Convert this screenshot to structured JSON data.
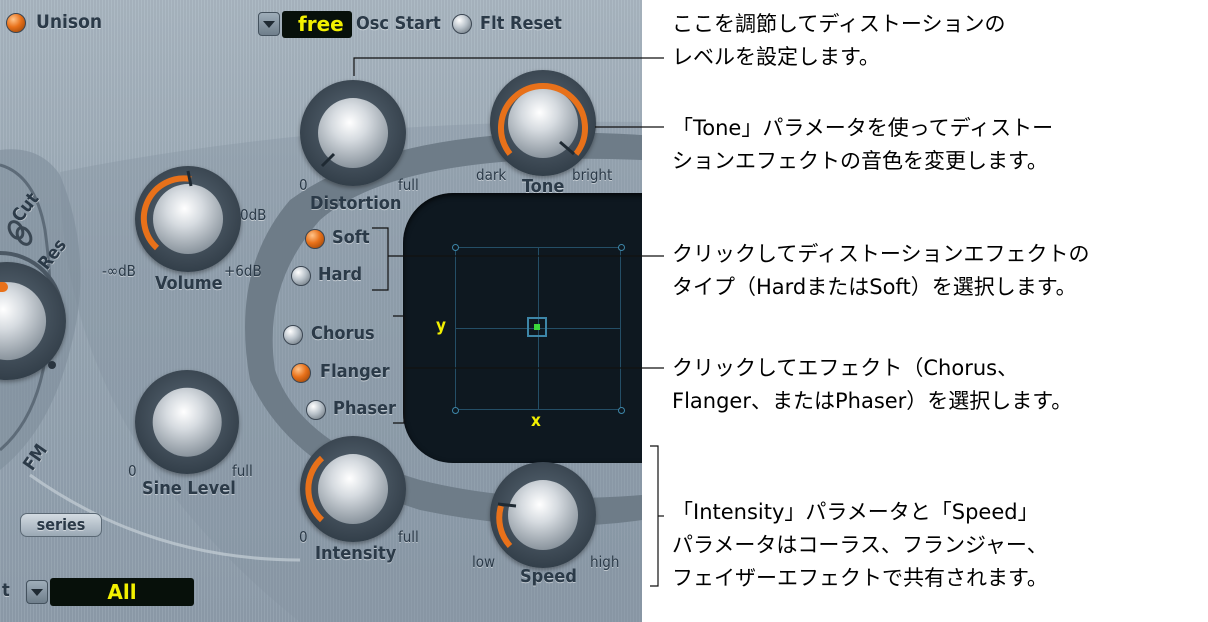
{
  "synth": {
    "unison": "Unison",
    "osc_start_value": "free",
    "osc_start_label": "Osc Start",
    "flt_reset": "Flt Reset",
    "cut": "Cut",
    "res": "Res",
    "fm": "FM",
    "series": "series",
    "bottom_prefix": "t",
    "bottom_value": "All",
    "volume": {
      "label": "Volume",
      "min": "-∞dB",
      "mid": "0dB",
      "max": "+6dB"
    },
    "sine_level": {
      "label": "Sine Level",
      "min": "0",
      "max": "full"
    },
    "distortion": {
      "label": "Distortion",
      "min": "0",
      "max": "full"
    },
    "tone": {
      "label": "Tone",
      "min": "dark",
      "max": "bright"
    },
    "intensity": {
      "label": "Intensity",
      "min": "0",
      "max": "full"
    },
    "speed": {
      "label": "Speed",
      "min": "low",
      "max": "high"
    },
    "dist_type": {
      "soft": "Soft",
      "hard": "Hard"
    },
    "effects": {
      "chorus": "Chorus",
      "flanger": "Flanger",
      "phaser": "Phaser"
    },
    "xy": {
      "y": "y",
      "x": "x"
    }
  },
  "annotations": {
    "distortion": [
      "ここを調節してディストーションの",
      "レベルを設定します。"
    ],
    "tone": [
      "「Tone」パラメータを使ってディストー",
      "ションエフェクトの音色を変更します。"
    ],
    "type": [
      "クリックしてディストーションエフェクトの",
      "タイプ（HardまたはSoft）を選択します。"
    ],
    "effect": [
      "クリックしてエフェクト（Chorus、",
      "Flanger、またはPhaser）を選択します。"
    ],
    "shared": [
      "「Intensity」パラメータと「Speed」",
      "パラメータはコーラス、フランジャー、",
      "フェイザーエフェクトで共有されます。"
    ]
  },
  "colors": {
    "accent": "#e8711a",
    "display_text": "#f2f000",
    "xy_point": "#3bd83b"
  },
  "icons": {
    "dropdown": "triangle-down",
    "link": "chain-link"
  }
}
